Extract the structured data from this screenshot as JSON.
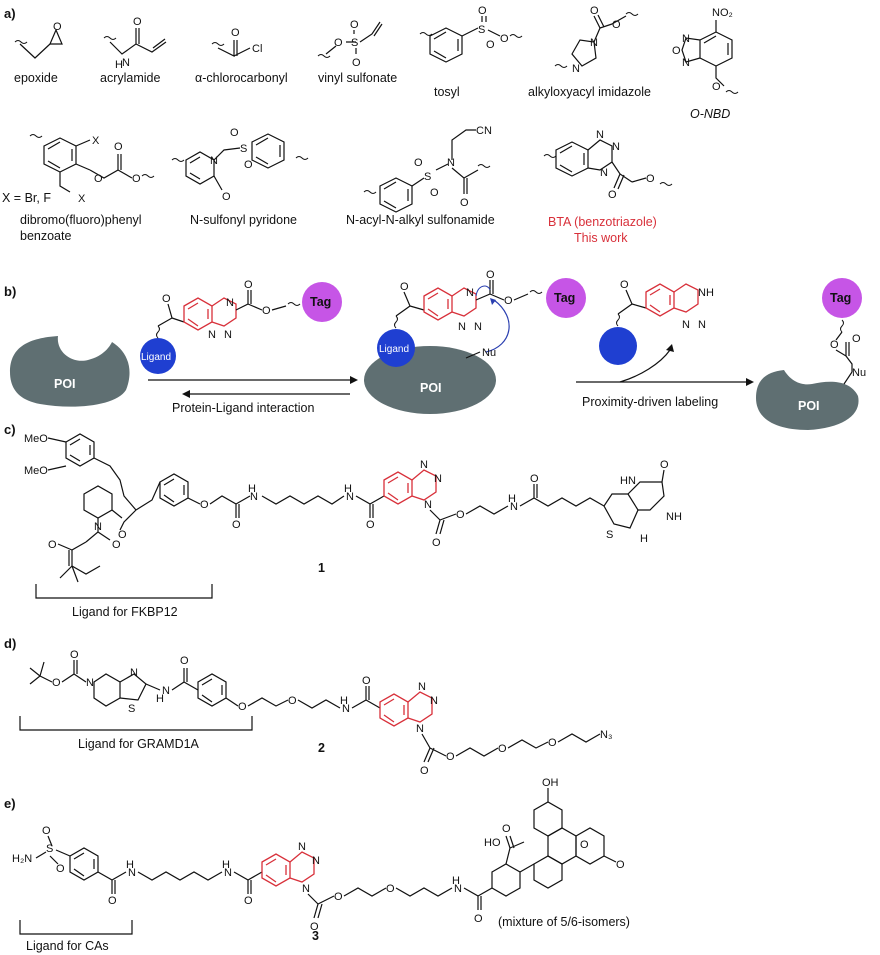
{
  "panels": {
    "a": "a)",
    "b": "b)",
    "c": "c)",
    "d": "d)",
    "e": "e)"
  },
  "warheads": {
    "epoxide": "epoxide",
    "acrylamide": "acrylamide",
    "chlorocarbonyl": "α-chlorocarbonyl",
    "vinyl_sulfonate": "vinyl sulfonate",
    "tosyl": "tosyl",
    "alkyloxyacyl_imidazole": "alkyloxyacyl imidazole",
    "onbd": "O-NBD",
    "x_def": "X = Br, F",
    "dibromo_line1": "dibromo(fluoro)phenyl",
    "dibromo_line2": "benzoate",
    "n_sulfonyl_pyridone": "N-sulfonyl pyridone",
    "n_acyl_sulfonamide": "N-acyl-N-alkyl sulfonamide",
    "bta_line1": "BTA (benzotriazole)",
    "bta_line2": "This work"
  },
  "scheme_b": {
    "poi": "POI",
    "ligand": "Ligand",
    "tag": "Tag",
    "nu": "Nu",
    "arrow1_label": "Protein-Ligand interaction",
    "arrow2_label": "Proximity-driven labeling",
    "colors": {
      "poi": "#5f6f72",
      "ligand": "#1f3fd1",
      "tag": "#c655e6",
      "bta": "#d8303a"
    }
  },
  "compounds": {
    "c_ligand": "Ligand for FKBP12",
    "c_number": "1",
    "d_ligand": "Ligand for GRAMD1A",
    "d_number": "2",
    "e_ligand": "Ligand for CAs",
    "e_number": "3",
    "e_note": "(mixture of 5/6-isomers)"
  },
  "atoms": {
    "O": "O",
    "N": "N",
    "H": "H",
    "NH": "NH",
    "HN": "HN",
    "S": "S",
    "Cl": "Cl",
    "X": "X",
    "CN": "CN",
    "NO2": "NO₂",
    "MeO": "MeO",
    "N3": "N₃",
    "OH": "OH",
    "HO": "HO",
    "H2N": "H₂N",
    "Nu": "Nu"
  }
}
